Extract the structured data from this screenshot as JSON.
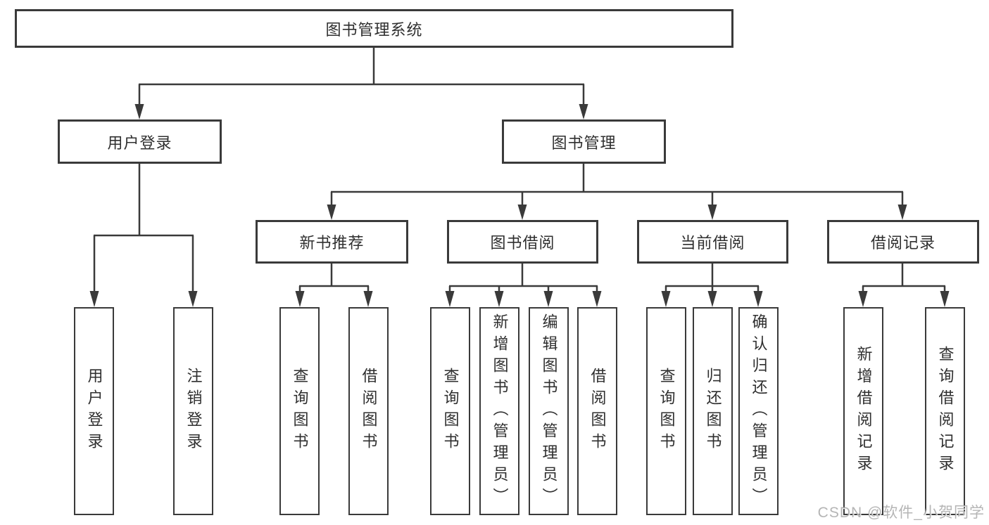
{
  "colors": {
    "line": "#3a3a3a",
    "box_border": "#3a3a3a",
    "box_fill": "#ffffff",
    "text": "#2f2f2f",
    "background": "#ffffff",
    "watermark": "#a8a8a8"
  },
  "tree": {
    "label": "图书管理系统",
    "children": [
      {
        "label": "用户登录",
        "children": [
          {
            "label": "用户登录"
          },
          {
            "label": "注销登录"
          }
        ]
      },
      {
        "label": "图书管理",
        "children": [
          {
            "label": "新书推荐",
            "children": [
              {
                "label": "查询图书"
              },
              {
                "label": "借阅图书"
              }
            ]
          },
          {
            "label": "图书借阅",
            "children": [
              {
                "label": "查询图书"
              },
              {
                "label": "新增图书（管理员）"
              },
              {
                "label": "编辑图书（管理员）"
              },
              {
                "label": "借阅图书"
              }
            ]
          },
          {
            "label": "当前借阅",
            "children": [
              {
                "label": "查询图书"
              },
              {
                "label": "归还图书"
              },
              {
                "label": "确认归还（管理员）"
              }
            ]
          },
          {
            "label": "借阅记录",
            "children": [
              {
                "label": "新增借阅记录"
              },
              {
                "label": "查询借阅记录"
              }
            ]
          }
        ]
      }
    ]
  },
  "watermark": {
    "text": "CSDN @软件_小贺同学"
  }
}
